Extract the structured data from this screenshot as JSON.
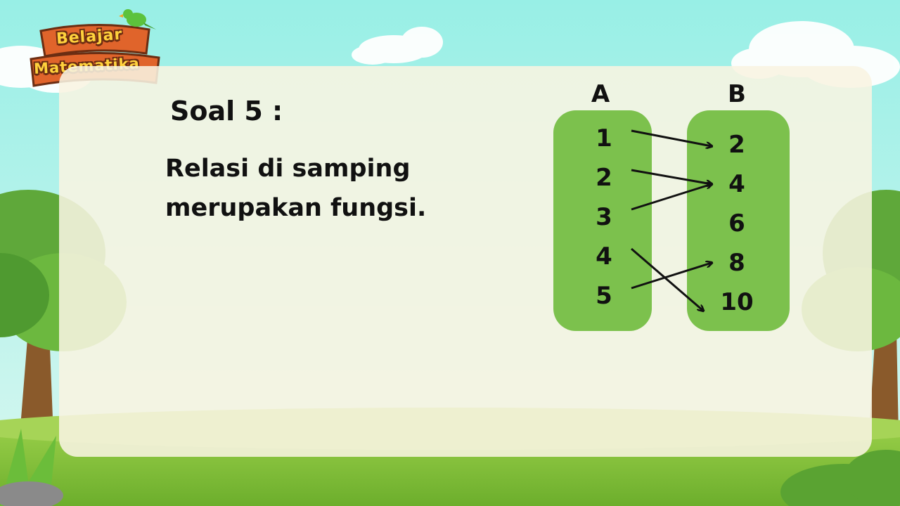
{
  "logo": {
    "line1": "Belajar",
    "line2": "Matematika"
  },
  "title": "Soal 5 :",
  "statement": "Relasi di samping merupakan fungsi.",
  "diagram": {
    "set_a_label": "A",
    "set_b_label": "B",
    "set_a": [
      "1",
      "2",
      "3",
      "4",
      "5"
    ],
    "set_b": [
      "2",
      "4",
      "6",
      "8",
      "10"
    ],
    "mappings": [
      {
        "from": "1",
        "to": "2"
      },
      {
        "from": "2",
        "to": "4"
      },
      {
        "from": "3",
        "to": "4"
      },
      {
        "from": "4",
        "to": "10"
      },
      {
        "from": "5",
        "to": "8"
      }
    ]
  },
  "colors": {
    "sky": "#9ff0e6",
    "grass": "#86c23a",
    "oval": "#7cc14d",
    "panel": "#f8f4e1",
    "logo_text": "#ffd23c",
    "logo_board": "#e0642b"
  }
}
